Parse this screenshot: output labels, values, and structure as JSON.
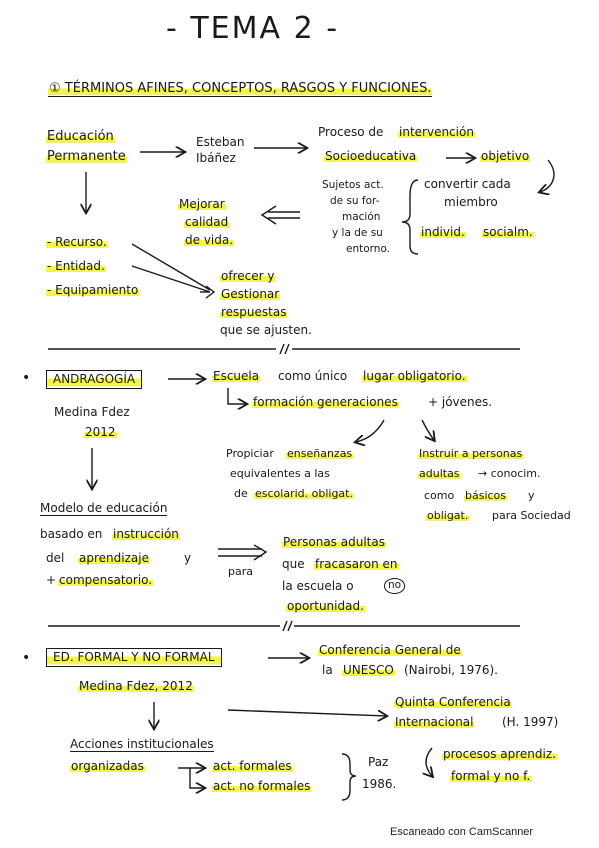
{
  "title": "- TEMA 2 -",
  "s1": {
    "heading": "① TÉRMINOS AFINES, CONCEPTOS, RASGOS Y FUNCIONES.",
    "educacion": "Educación",
    "permanente": "Permanente",
    "esteban": "Esteban",
    "ibanez": "Ibáñez",
    "proceso_de": "Proceso de",
    "intervencion": "intervención",
    "socioeducativa": "Socioeducativa",
    "objetivo": "objetivo",
    "sujetos_1": "Sujetos act.",
    "sujetos_2": "de su for-",
    "sujetos_3": "mación",
    "sujetos_4": "y la de su",
    "sujetos_5": "entorno.",
    "convertir": "convertir cada",
    "miembro": "miembro",
    "individ": "individ.",
    "socialm": "socialm.",
    "mejorar": "Mejorar",
    "calidad": "calidad",
    "de_vida": "de vida.",
    "recurso": "- Recurso.",
    "entidad": "- Entidad.",
    "equipamiento": "- Equipamiento",
    "ofrecer_y": "ofrecer y",
    "gestionar": "Gestionar",
    "respuestas": "respuestas",
    "que_se_ajusten": "que se ajusten."
  },
  "s2": {
    "andragogia": "ANDRAGOGÍA",
    "medina": "Medina Fdez",
    "year": "2012",
    "escuela": "Escuela",
    "como_unico": "como único",
    "lugar": "lugar obligatorio.",
    "formacion": "formación generaciones",
    "plus_jovenes": "+ jóvenes.",
    "propiciar": "Propiciar",
    "ensenanzas": "enseñanzas",
    "equivalentes": "equivalentes a las",
    "de_escolarid": "de",
    "escolarid": "escolarid. obligat.",
    "instruir": "Instruir a personas",
    "adultas": "adultas",
    "conocim": "→ conocim.",
    "como": "como",
    "basicos": "básicos",
    "y": "y",
    "obligat": "obligat.",
    "para_sociedad": "para Sociedad",
    "modelo": "Modelo de educación",
    "basado_en": "basado en",
    "instruccion": "instrucción",
    "del": "del",
    "aprendizaje": "aprendizaje",
    "y2": "y",
    "plus": "+",
    "compensatorio": "compensatorio.",
    "para": "para",
    "personas_adultas": "Personas adultas",
    "que": "que",
    "fracasaron_en": "fracasaron en",
    "la_escuela_o": "la escuela o",
    "no": "no",
    "oportunidad": "oportunidad."
  },
  "s3": {
    "edformal": "ED. FORMAL Y NO FORMAL",
    "medina": "Medina Fdez, 2012",
    "conferencia": "Conferencia General de",
    "la": "la",
    "unesco": "UNESCO",
    "nairobi": "(Nairobi, 1976).",
    "quinta": "Quinta Conferencia",
    "internacional": "Internacional",
    "h1997": "(H. 1997)",
    "acciones": "Acciones institucionales",
    "organizadas": "organizadas",
    "act_formales": "act. formales",
    "act_no_formales": "act. no formales",
    "paz": "Paz",
    "year1986": "1986.",
    "procesos": "procesos aprendiz.",
    "formal_nof": "formal y no f."
  },
  "footer": "Escaneado con CamScanner"
}
